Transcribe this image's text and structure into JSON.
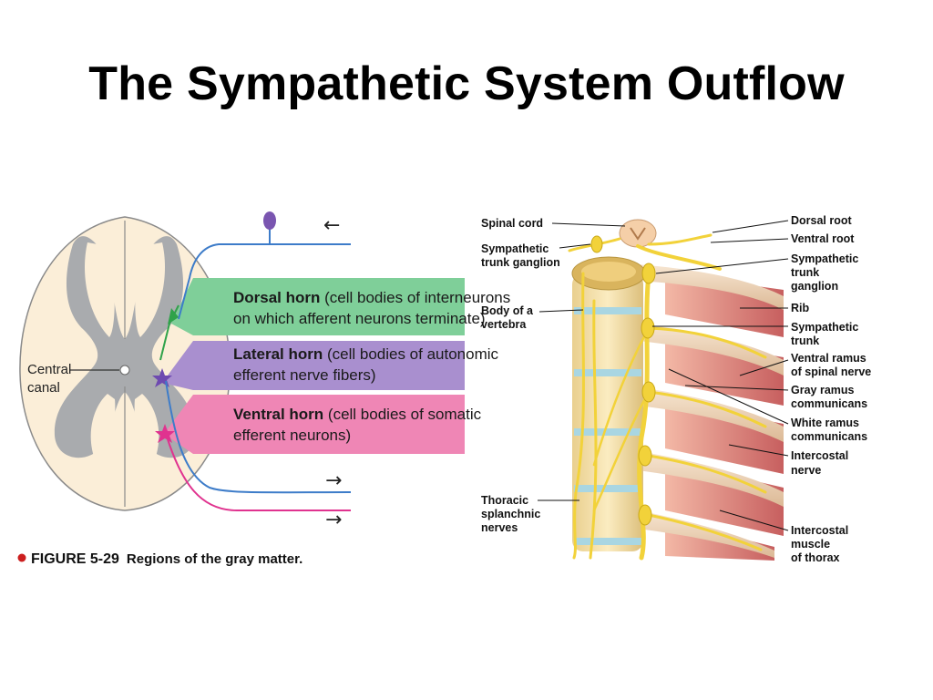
{
  "slide": {
    "title": "The Sympathetic System Outflow"
  },
  "left_figure": {
    "horns": [
      {
        "bold": "Dorsal horn",
        "line1": " (cell bodies of interneurons",
        "line2": "on which afferent neurons terminate)",
        "color": "#7fcf99"
      },
      {
        "bold": "Lateral horn",
        "line1": " (cell bodies of autonomic",
        "line2": "efferent nerve fibers)",
        "color": "#a98fcf"
      },
      {
        "bold": "Ventral horn",
        "line1": " (cell bodies of somatic",
        "line2": "efferent neurons)",
        "color": "#ef86b5"
      }
    ],
    "central_canal_label": [
      "Central",
      "canal"
    ],
    "caption_figure": "FIGURE 5-29",
    "caption_text": "Regions of the gray matter.",
    "arrows": [
      "←",
      "→",
      "→"
    ],
    "colors": {
      "white_matter": "#fbeed8",
      "gray_matter": "#a9abae",
      "afferent_neuron": "#7a55b0",
      "efferent_blue": "#3d7cc9",
      "efferent_pink": "#e0338f",
      "caption_bullet": "#cc1f1f"
    }
  },
  "right_figure": {
    "left_labels": [
      {
        "lines": [
          "Spinal cord"
        ]
      },
      {
        "lines": [
          "Sympathetic",
          "trunk ganglion"
        ]
      },
      {
        "lines": [
          "Body of a",
          "vertebra"
        ]
      },
      {
        "lines": [
          "Thoracic",
          "splanchnic",
          "nerves"
        ]
      }
    ],
    "right_labels": [
      {
        "lines": [
          "Dorsal root"
        ]
      },
      {
        "lines": [
          "Ventral root"
        ]
      },
      {
        "lines": [
          "Sympathetic",
          "trunk",
          "ganglion"
        ]
      },
      {
        "lines": [
          "Rib"
        ]
      },
      {
        "lines": [
          "Sympathetic",
          "trunk"
        ]
      },
      {
        "lines": [
          "Ventral ramus",
          "of spinal nerve"
        ]
      },
      {
        "lines": [
          "Gray ramus",
          "communicans"
        ]
      },
      {
        "lines": [
          "White ramus",
          "communicans"
        ]
      },
      {
        "lines": [
          "Intercostal",
          "nerve"
        ]
      },
      {
        "lines": [
          "Intercostal",
          "muscle",
          "of thorax"
        ]
      }
    ],
    "colors": {
      "nerve": "#f2d23a",
      "bone": "#f1dca4",
      "muscle": "#d9787a",
      "rib": "#efd8bc"
    }
  }
}
